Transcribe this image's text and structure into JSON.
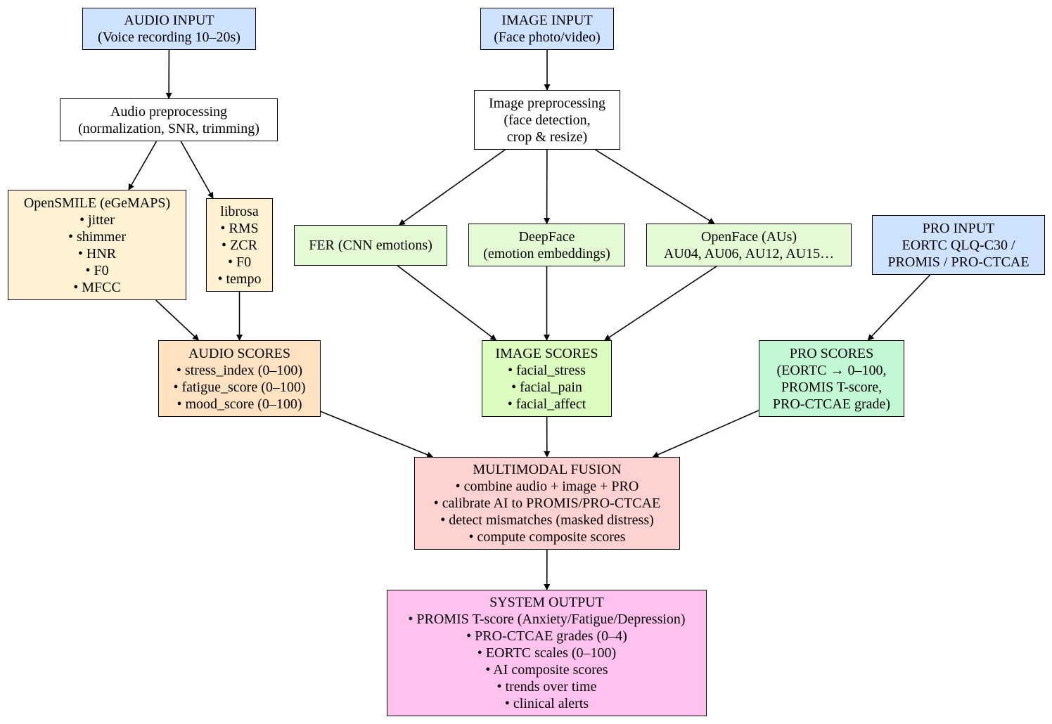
{
  "nodes": {
    "audio_input": {
      "lines": [
        "AUDIO INPUT",
        "(Voice recording 10–20s)"
      ]
    },
    "image_input": {
      "lines": [
        "IMAGE INPUT",
        "(Face photo/video)"
      ]
    },
    "audio_pre": {
      "lines": [
        "Audio preprocessing",
        "(normalization, SNR, trimming)"
      ]
    },
    "image_pre": {
      "lines": [
        "Image preprocessing",
        "(face detection,",
        "crop & resize)"
      ]
    },
    "opensmile": {
      "lines": [
        "OpenSMILE (eGeMAPS)",
        "• jitter",
        "• shimmer",
        "• HNR",
        "• F0",
        "• MFCC"
      ]
    },
    "librosa": {
      "lines": [
        "librosa",
        "• RMS",
        "• ZCR",
        "• F0",
        "• tempo"
      ]
    },
    "fer": {
      "lines": [
        "FER (CNN emotions)"
      ]
    },
    "deepface": {
      "lines": [
        "DeepFace",
        "(emotion embeddings)"
      ]
    },
    "openface": {
      "lines": [
        "OpenFace (AUs)",
        "AU04, AU06, AU12, AU15…"
      ]
    },
    "pro_input": {
      "lines": [
        "PRO INPUT",
        "EORTC QLQ-C30 /",
        "PROMIS / PRO-CTCAE"
      ]
    },
    "audio_scores": {
      "lines": [
        "AUDIO SCORES",
        "• stress_index (0–100)",
        "• fatigue_score (0–100)",
        "• mood_score (0–100)"
      ]
    },
    "image_scores": {
      "lines": [
        "IMAGE SCORES",
        "• facial_stress",
        "• facial_pain",
        "• facial_affect"
      ]
    },
    "pro_scores": {
      "lines": [
        "PRO SCORES",
        "(EORTC → 0–100,",
        "PROMIS T-score,",
        "PRO-CTCAE grade)"
      ]
    },
    "fusion": {
      "lines": [
        "MULTIMODAL FUSION",
        "• combine audio + image + PRO",
        "• calibrate AI to PROMIS/PRO-CTCAE",
        "• detect mismatches (masked distress)",
        "• compute composite scores"
      ]
    },
    "output": {
      "lines": [
        "SYSTEM OUTPUT",
        "• PROMIS T-score (Anxiety/Fatigue/Depression)",
        "• PRO-CTCAE grades (0–4)",
        "• EORTC scales (0–100)",
        "• AI composite scores",
        "• trends over time",
        "• clinical alerts"
      ]
    }
  },
  "edges": [
    [
      "audio_input",
      "audio_pre"
    ],
    [
      "audio_pre",
      "opensmile"
    ],
    [
      "audio_pre",
      "librosa"
    ],
    [
      "opensmile",
      "audio_scores"
    ],
    [
      "librosa",
      "audio_scores"
    ],
    [
      "image_input",
      "image_pre"
    ],
    [
      "image_pre",
      "fer"
    ],
    [
      "image_pre",
      "deepface"
    ],
    [
      "image_pre",
      "openface"
    ],
    [
      "fer",
      "image_scores"
    ],
    [
      "deepface",
      "image_scores"
    ],
    [
      "openface",
      "image_scores"
    ],
    [
      "pro_input",
      "pro_scores"
    ],
    [
      "audio_scores",
      "fusion"
    ],
    [
      "image_scores",
      "fusion"
    ],
    [
      "pro_scores",
      "fusion"
    ],
    [
      "fusion",
      "output"
    ]
  ]
}
